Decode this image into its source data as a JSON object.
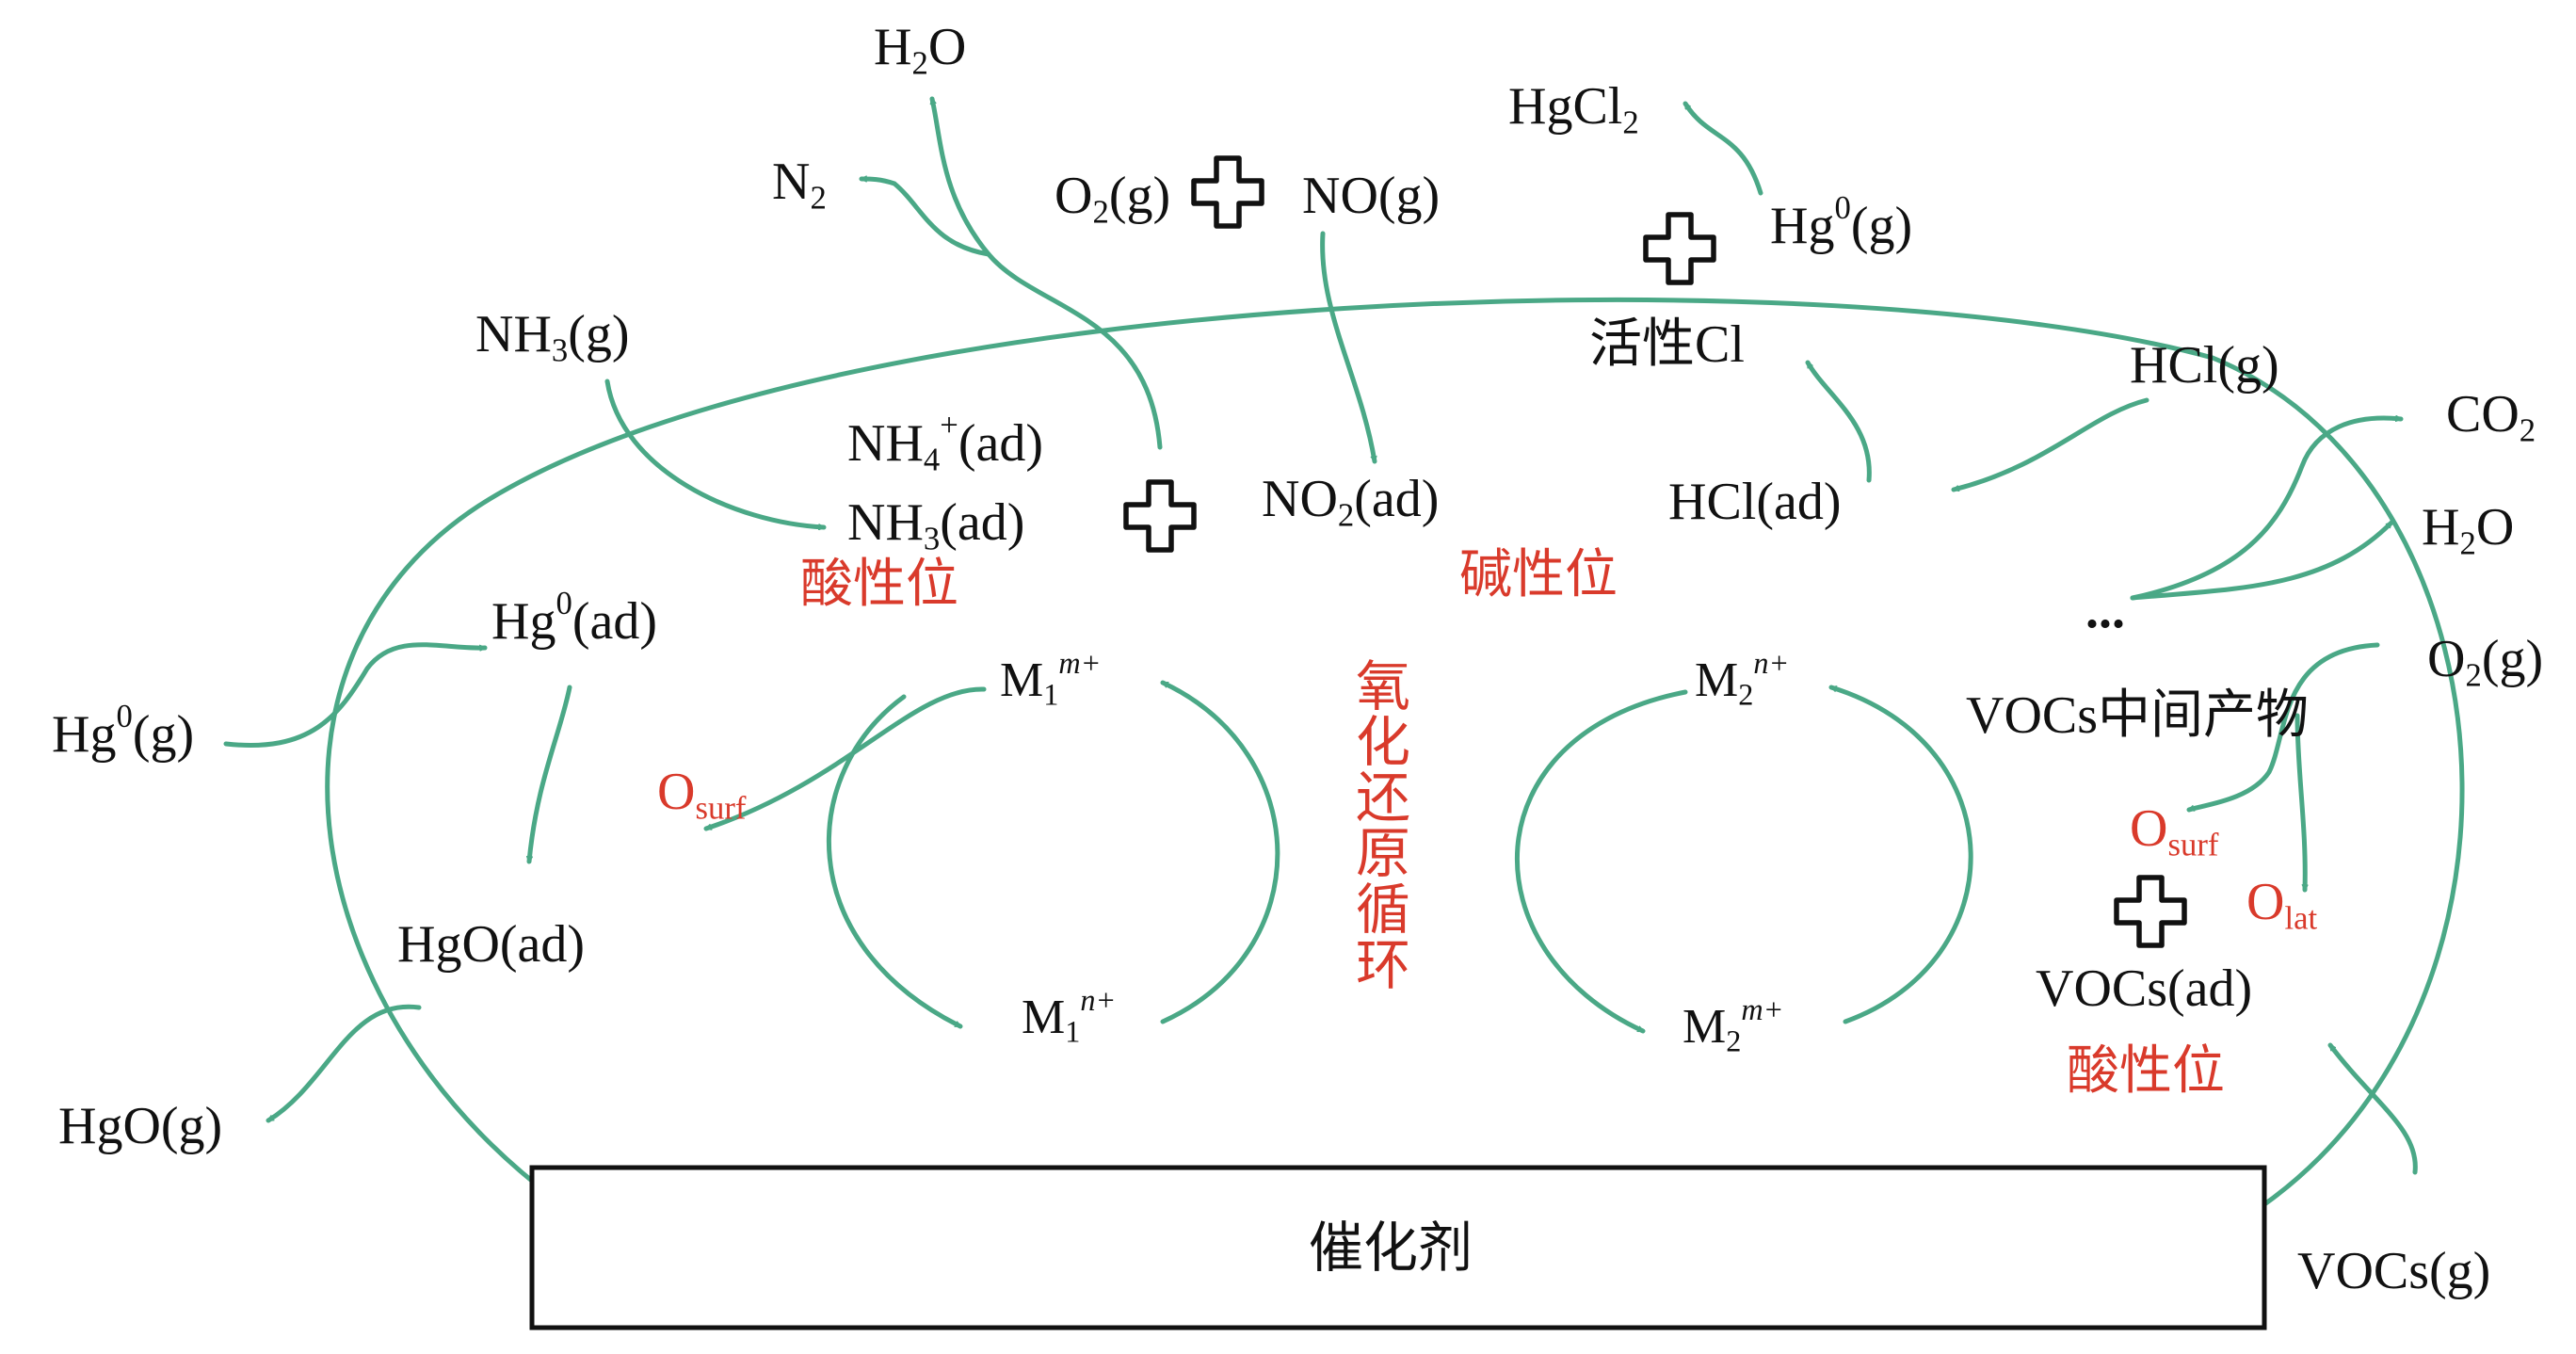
{
  "diagram": {
    "catalyst": "催化剂",
    "redox_cycle": [
      "氧",
      "化",
      "还",
      "原",
      "循",
      "环"
    ],
    "sites": {
      "acid_left": "酸性位",
      "basic": "碱性位",
      "acid_right": "酸性位"
    },
    "left": {
      "hg0_g": {
        "base": "Hg",
        "sup": "0",
        "rest": "(g)"
      },
      "hg0_ad": {
        "base": "Hg",
        "sup": "0",
        "rest": "(ad)"
      },
      "hgo_ad": "HgO(ad)",
      "hgo_g": "HgO(g)"
    },
    "scr": {
      "nh3_g": {
        "base": "NH",
        "sub": "3",
        "rest": "(g)"
      },
      "nh4_ad": {
        "base": "NH",
        "sub": "4",
        "sup": "+",
        "rest": "(ad)"
      },
      "nh3_ad": {
        "base": "NH",
        "sub": "3",
        "rest": "(ad)"
      },
      "n2": {
        "base": "N",
        "sub": "2"
      },
      "h2o": {
        "base": "H",
        "sub": "2",
        "rest": "O"
      },
      "o2_g": {
        "base": "O",
        "sub": "2",
        "rest": "(g)"
      },
      "no_g": "NO(g)",
      "no2_ad": {
        "base": "NO",
        "sub": "2",
        "rest": "(ad)"
      }
    },
    "hg_cl": {
      "hgcl2": {
        "base": "HgCl",
        "sub": "2"
      },
      "hg0_g": {
        "base": "Hg",
        "sup": "0",
        "rest": "(g)"
      },
      "active_cl_cn": "活性",
      "active_cl_el": "Cl",
      "hcl_g": "HCl(g)",
      "hcl_ad": "HCl(ad)"
    },
    "voc": {
      "co2": {
        "base": "CO",
        "sub": "2"
      },
      "h2o": {
        "base": "H",
        "sub": "2",
        "rest": "O"
      },
      "ellipsis": "...",
      "o2_g": {
        "base": "O",
        "sub": "2",
        "rest": "(g)"
      },
      "intermediate_en": "VOCs",
      "intermediate_cn": "中间产物",
      "o_surf": {
        "base": "O",
        "sub": "surf"
      },
      "o_lat": {
        "base": "O",
        "sub": "lat"
      },
      "vocs_ad": "VOCs(ad)",
      "vocs_g": "VOCs(g)"
    },
    "metals": {
      "m1_top": {
        "base": "M",
        "sub": "1",
        "sup": "m+"
      },
      "m1_bottom": {
        "base": "M",
        "sub": "1",
        "sup": "n+"
      },
      "m2_top": {
        "base": "M",
        "sub": "2",
        "sup": "n+"
      },
      "m2_bottom": {
        "base": "M",
        "sub": "2",
        "sup": "m+"
      },
      "o_surf_left": {
        "base": "O",
        "sub": "surf"
      }
    },
    "colors": {
      "arrow": "#4aa886",
      "text": "#111111",
      "accent_red": "#d93a2b"
    }
  }
}
